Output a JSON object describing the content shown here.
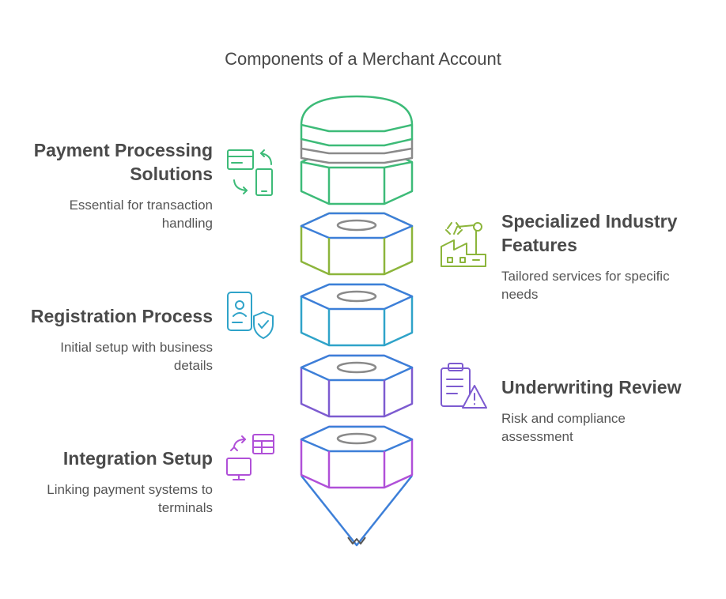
{
  "title": "Components of a Merchant Account",
  "items": [
    {
      "heading": "Payment Processing Solutions",
      "description": "Essential for transaction handling",
      "icon": "card-to-mobile-icon",
      "color": "#3dbb78"
    },
    {
      "heading": "Specialized Industry Features",
      "description": "Tailored services for specific needs",
      "icon": "factory-robot-arm-icon",
      "color": "#8cb53b"
    },
    {
      "heading": "Registration Process",
      "description": "Initial setup with business details",
      "icon": "user-badge-check-icon",
      "color": "#2fa3c9"
    },
    {
      "heading": "Underwriting Review",
      "description": "Risk and compliance assessment",
      "icon": "clipboard-warning-icon",
      "color": "#7d5bd0"
    },
    {
      "heading": "Integration Setup",
      "description": "Linking payment systems to terminals",
      "icon": "monitor-table-sync-icon",
      "color": "#b050d8"
    }
  ],
  "colors": {
    "green": "#3dbb78",
    "olive": "#8cb53b",
    "blue": "#2fa3c9",
    "violet": "#7d5bd0",
    "purple": "#b050d8",
    "stack_top": "#3d7fd8",
    "gray": "#8a8a8a"
  }
}
